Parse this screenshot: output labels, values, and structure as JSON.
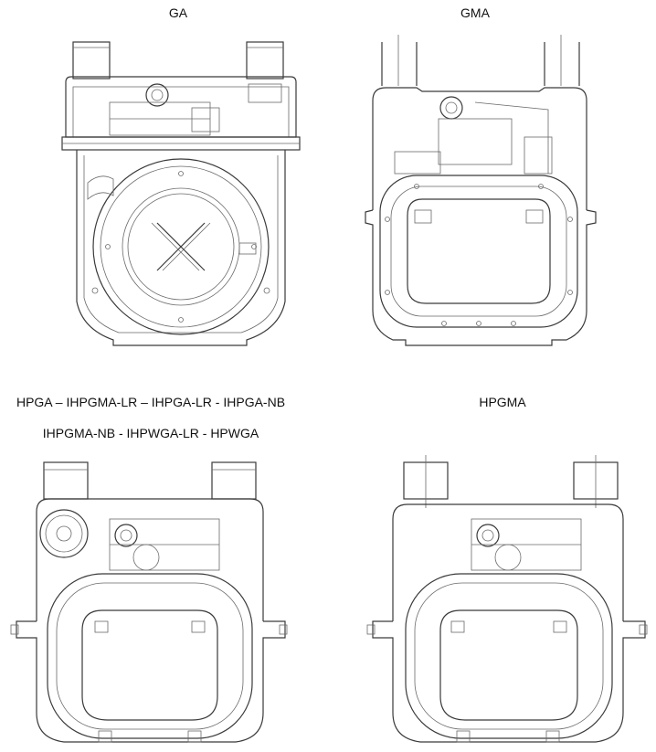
{
  "labels": {
    "ga": "GA",
    "gma": "GMA",
    "hpga_line1": "HPGA – IHPGMA-LR – IHPGA-LR - IHPGA-NB",
    "hpga_line2": "IHPGMA-NB - IHPWGA-LR - HPWGA",
    "hpgma": "HPGMA"
  },
  "figures": [
    {
      "id": "ga",
      "depicts": "gas meter drawing with round diaphragm cover marked with an X"
    },
    {
      "id": "gma",
      "depicts": "gas meter drawing with rounded rectangular cover"
    },
    {
      "id": "hpga",
      "depicts": "high pressure gas meter drawing with side gear, rounded rectangular cover"
    },
    {
      "id": "hpgma",
      "depicts": "high pressure gas meter drawing with rounded rectangular cover"
    }
  ]
}
